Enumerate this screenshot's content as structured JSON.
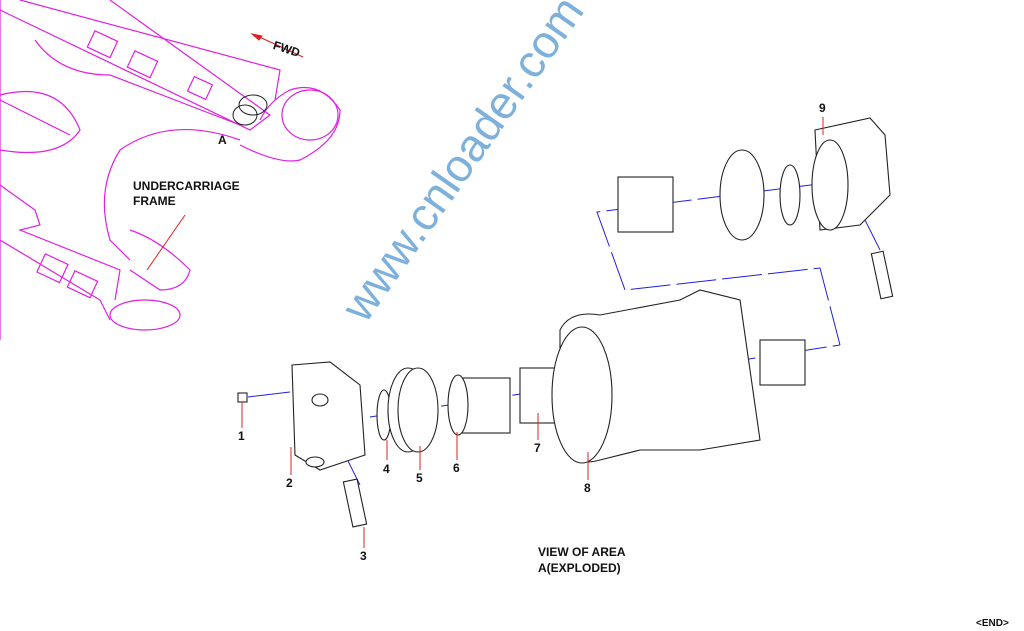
{
  "overview": {
    "fwd_label": "FWD",
    "area_label": "A",
    "frame_label_line1": "UNDERCARRIAGE",
    "frame_label_line2": "FRAME"
  },
  "callouts": [
    "1",
    "2",
    "3",
    "4",
    "5",
    "6",
    "7",
    "8",
    "9"
  ],
  "caption": {
    "line1": "VIEW OF AREA",
    "line2": "A(EXPLODED)"
  },
  "end_marker": "<END>",
  "watermark": "www.cnloader.com",
  "colors": {
    "frame": "#e020e0",
    "leader": "#e02020",
    "axis": "#2020e0",
    "watermark": "#6fa8d8"
  }
}
